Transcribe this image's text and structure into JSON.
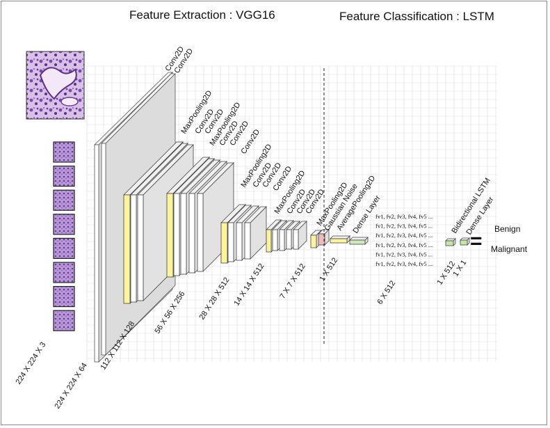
{
  "titles": {
    "feature_extraction": "Feature Extraction : VGG16",
    "feature_classification": "Feature Classification : LSTM"
  },
  "colors": {
    "conv": "#ffffff",
    "pool": "#fcf39a",
    "gaussian": "#f2b9bd",
    "dense": "#cfe9b8",
    "lstm": "#c4e8a0",
    "grid": "#d9d9d9",
    "tissue": "#8e5cc0"
  },
  "layer_labels": {
    "conv1a": "Conv2D",
    "conv1b": "Conv2D",
    "pool1": "MaxPooling2D",
    "conv2a": "Conv2D",
    "conv2b": "Conv2D",
    "pool2": "MaxPooling2D",
    "conv3a": "Conv2D",
    "conv3b": "Conv2D",
    "conv3c": "Conv2D",
    "pool3": "MaxPooling2D",
    "conv4a": "Conv2D",
    "conv4b": "Conv2D",
    "conv4c": "Conv2D",
    "pool4": "MaxPooling2D",
    "conv5a": "Conv2D",
    "conv5b": "Conv2D",
    "conv5c": "Conv2D",
    "pool5": "MaxPooling2D",
    "gaussian": "Gaussian Noise",
    "avgpool": "AveragePooling2D",
    "dense1": "Dense Layer",
    "bilstm": "Bidirectional LSTM",
    "dense2": "Dense Layer"
  },
  "dimensions": {
    "input": "224 X 224 X 3",
    "d1": "224 X 224 X 64",
    "d2": "112 X 112 X 128",
    "d3": "56 X 56 X 256",
    "d4": "28 X 28 X 512",
    "d5": "14 X 14 X 512",
    "d6": "7 X 7 X 512",
    "d7": "1 X 512",
    "d8": "6 X 512",
    "d9": "1 X 512",
    "d10": "1 X 1"
  },
  "feature_vector_row": "fv1, fv2, fv3, fv4, fv5 ...",
  "outputs": {
    "benign": "Benign",
    "malignant": "Malignant",
    "equals": "="
  }
}
